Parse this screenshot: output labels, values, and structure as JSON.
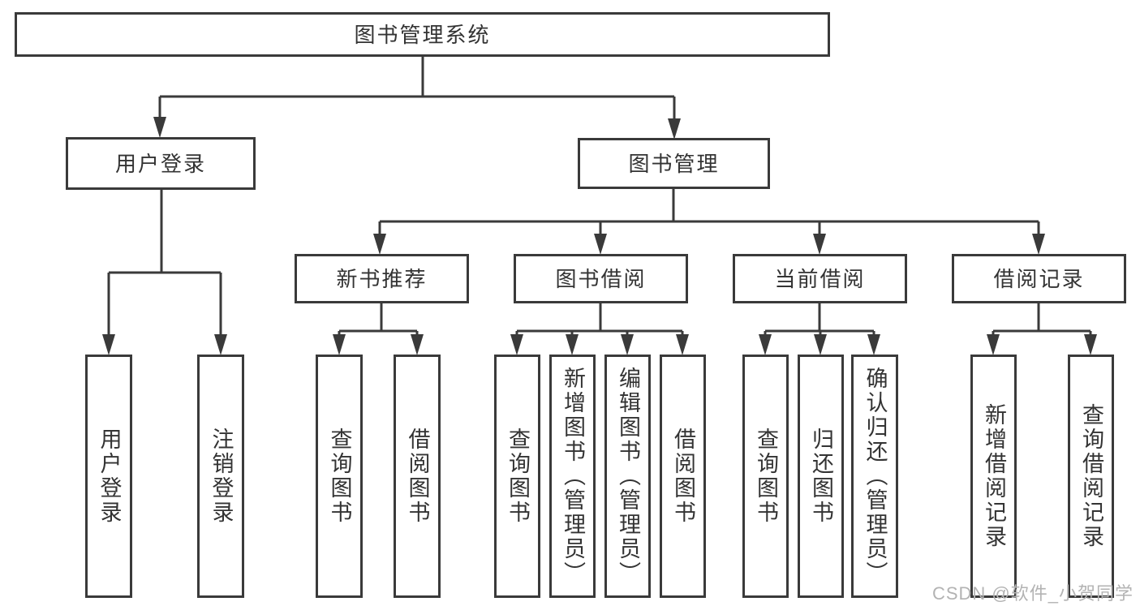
{
  "tree": {
    "root": {
      "label": "图书管理系统"
    },
    "level2": [
      {
        "id": "user-login",
        "label": "用户登录"
      },
      {
        "id": "book-management",
        "label": "图书管理"
      }
    ],
    "level3": [
      {
        "id": "new-book-recommend",
        "parent": "图书管理",
        "label": "新书推荐"
      },
      {
        "id": "book-borrowing",
        "parent": "图书管理",
        "label": "图书借阅"
      },
      {
        "id": "current-borrowing",
        "parent": "图书管理",
        "label": "当前借阅"
      },
      {
        "id": "borrowing-records",
        "parent": "图书管理",
        "label": "借阅记录"
      }
    ],
    "leaves": [
      {
        "parent": "用户登录",
        "label": "用户登录"
      },
      {
        "parent": "用户登录",
        "label": "注销登录"
      },
      {
        "parent": "新书推荐",
        "label": "查询图书"
      },
      {
        "parent": "新书推荐",
        "label": "借阅图书"
      },
      {
        "parent": "图书借阅",
        "label": "查询图书"
      },
      {
        "parent": "图书借阅",
        "label": "新增图书（管理员）"
      },
      {
        "parent": "图书借阅",
        "label": "编辑图书（管理员）"
      },
      {
        "parent": "图书借阅",
        "label": "借阅图书"
      },
      {
        "parent": "当前借阅",
        "label": "查询图书"
      },
      {
        "parent": "当前借阅",
        "label": "归还图书"
      },
      {
        "parent": "当前借阅",
        "label": "确认归还（管理员）"
      },
      {
        "parent": "借阅记录",
        "label": "新增借阅记录"
      },
      {
        "parent": "借阅记录",
        "label": "查询借阅记录"
      }
    ]
  },
  "watermark": "CSDN @软件_小贺同学",
  "colors": {
    "line": "#3a3a3a",
    "text": "#333333",
    "watermark": "#b3b3b3",
    "background": "#ffffff"
  }
}
